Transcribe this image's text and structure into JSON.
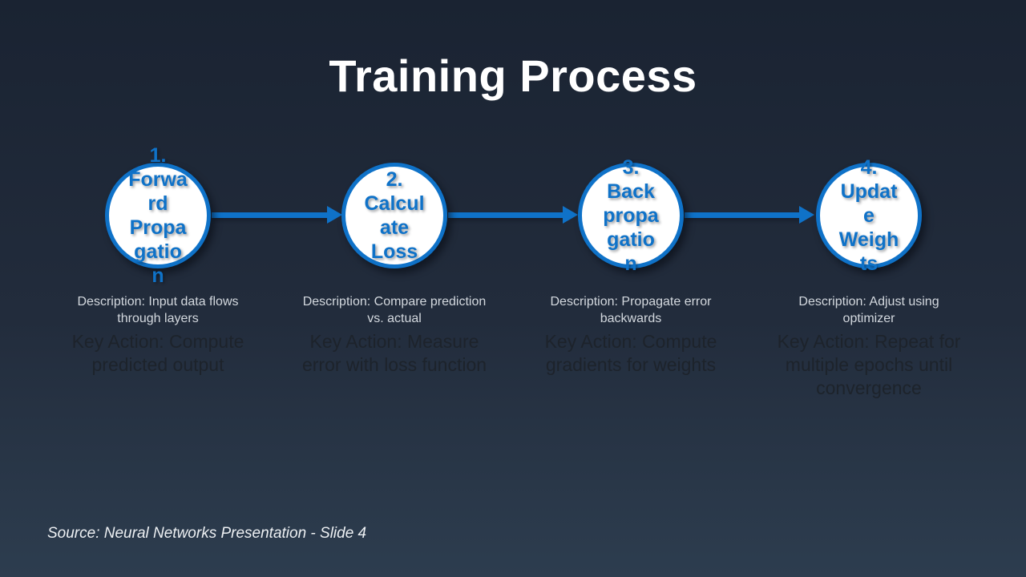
{
  "slide": {
    "title": "Training Process",
    "source": "Source: Neural Networks Presentation - Slide 4"
  },
  "steps": [
    {
      "label": "1. Forward Propagation",
      "label_display": "1.\nForwa\nrd\nPropa\ngatio\nn",
      "description": "Description: Input data flows through layers",
      "key_action": "Key Action: Compute predicted output"
    },
    {
      "label": "2. Calculate Loss",
      "label_display": "2.\nCalcul\nate\nLoss",
      "description": "Description: Compare prediction vs. actual",
      "key_action": "Key Action: Measure error with loss function"
    },
    {
      "label": "3. Backpropagation",
      "label_display": "3.\nBack\npropa\ngatio\nn",
      "description": "Description: Propagate error backwards",
      "key_action": "Key Action: Compute gradients for weights"
    },
    {
      "label": "4. Update Weights",
      "label_display": "4.\nUpdat\ne\nWeigh\nts",
      "description": "Description: Adjust using optimizer",
      "key_action": "Key Action: Repeat for multiple epochs until convergence"
    }
  ],
  "colors": {
    "accent": "#0f72c8",
    "background_top": "#1a2332",
    "background_bottom": "#2d3d4f",
    "title": "#ffffff",
    "description": "#d3d8de",
    "key_action": "#1d232b",
    "source": "#edf0f3",
    "circle_fill": "#ffffff"
  }
}
